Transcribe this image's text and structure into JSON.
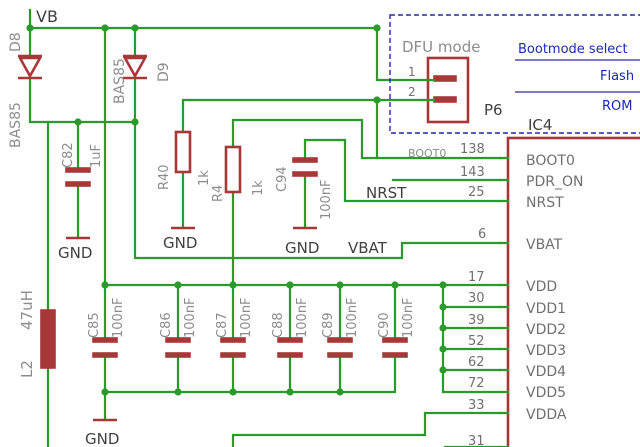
{
  "nets": {
    "vb": "VB",
    "nrst": "NRST",
    "vbat": "VBAT",
    "gnd": "GND",
    "boot0": "BOOT0"
  },
  "diodes": {
    "d8": {
      "name": "D8",
      "value": "BAS85"
    },
    "d9": {
      "name": "D9",
      "value": "BAS85"
    }
  },
  "inductor": {
    "name": "L2",
    "value": "47uH"
  },
  "resistors": [
    {
      "name": "R40",
      "value": "1k"
    },
    {
      "name": "R4",
      "value": "1k"
    }
  ],
  "capacitors": {
    "c82": {
      "name": "C82",
      "value": "1uF"
    },
    "c94": {
      "name": "C94",
      "value": "100nF"
    },
    "bank": [
      {
        "name": "C85",
        "value": "100nF"
      },
      {
        "name": "C86",
        "value": "100nF"
      },
      {
        "name": "C87",
        "value": "100nF"
      },
      {
        "name": "C88",
        "value": "100nF"
      },
      {
        "name": "C89",
        "value": "100nF"
      },
      {
        "name": "C90",
        "value": "100nF"
      }
    ]
  },
  "jumper": {
    "name": "P6",
    "title": "DFU mode",
    "pin1": "1",
    "pin2": "2",
    "notes": [
      "Bootmode select",
      "Flash",
      "ROM"
    ]
  },
  "ic": {
    "name": "IC4",
    "pins": [
      {
        "num": "138",
        "name": "BOOT0"
      },
      {
        "num": "143",
        "name": "PDR_ON"
      },
      {
        "num": "25",
        "name": "NRST"
      },
      {
        "num": "6",
        "name": "VBAT"
      },
      {
        "num": "17",
        "name": "VDD"
      },
      {
        "num": "30",
        "name": "VDD1"
      },
      {
        "num": "39",
        "name": "VDD2"
      },
      {
        "num": "52",
        "name": "VDD3"
      },
      {
        "num": "62",
        "name": "VDD4"
      },
      {
        "num": "72",
        "name": "VDD5"
      },
      {
        "num": "33",
        "name": "VDDA"
      },
      {
        "num": "31",
        "name": ""
      }
    ]
  }
}
